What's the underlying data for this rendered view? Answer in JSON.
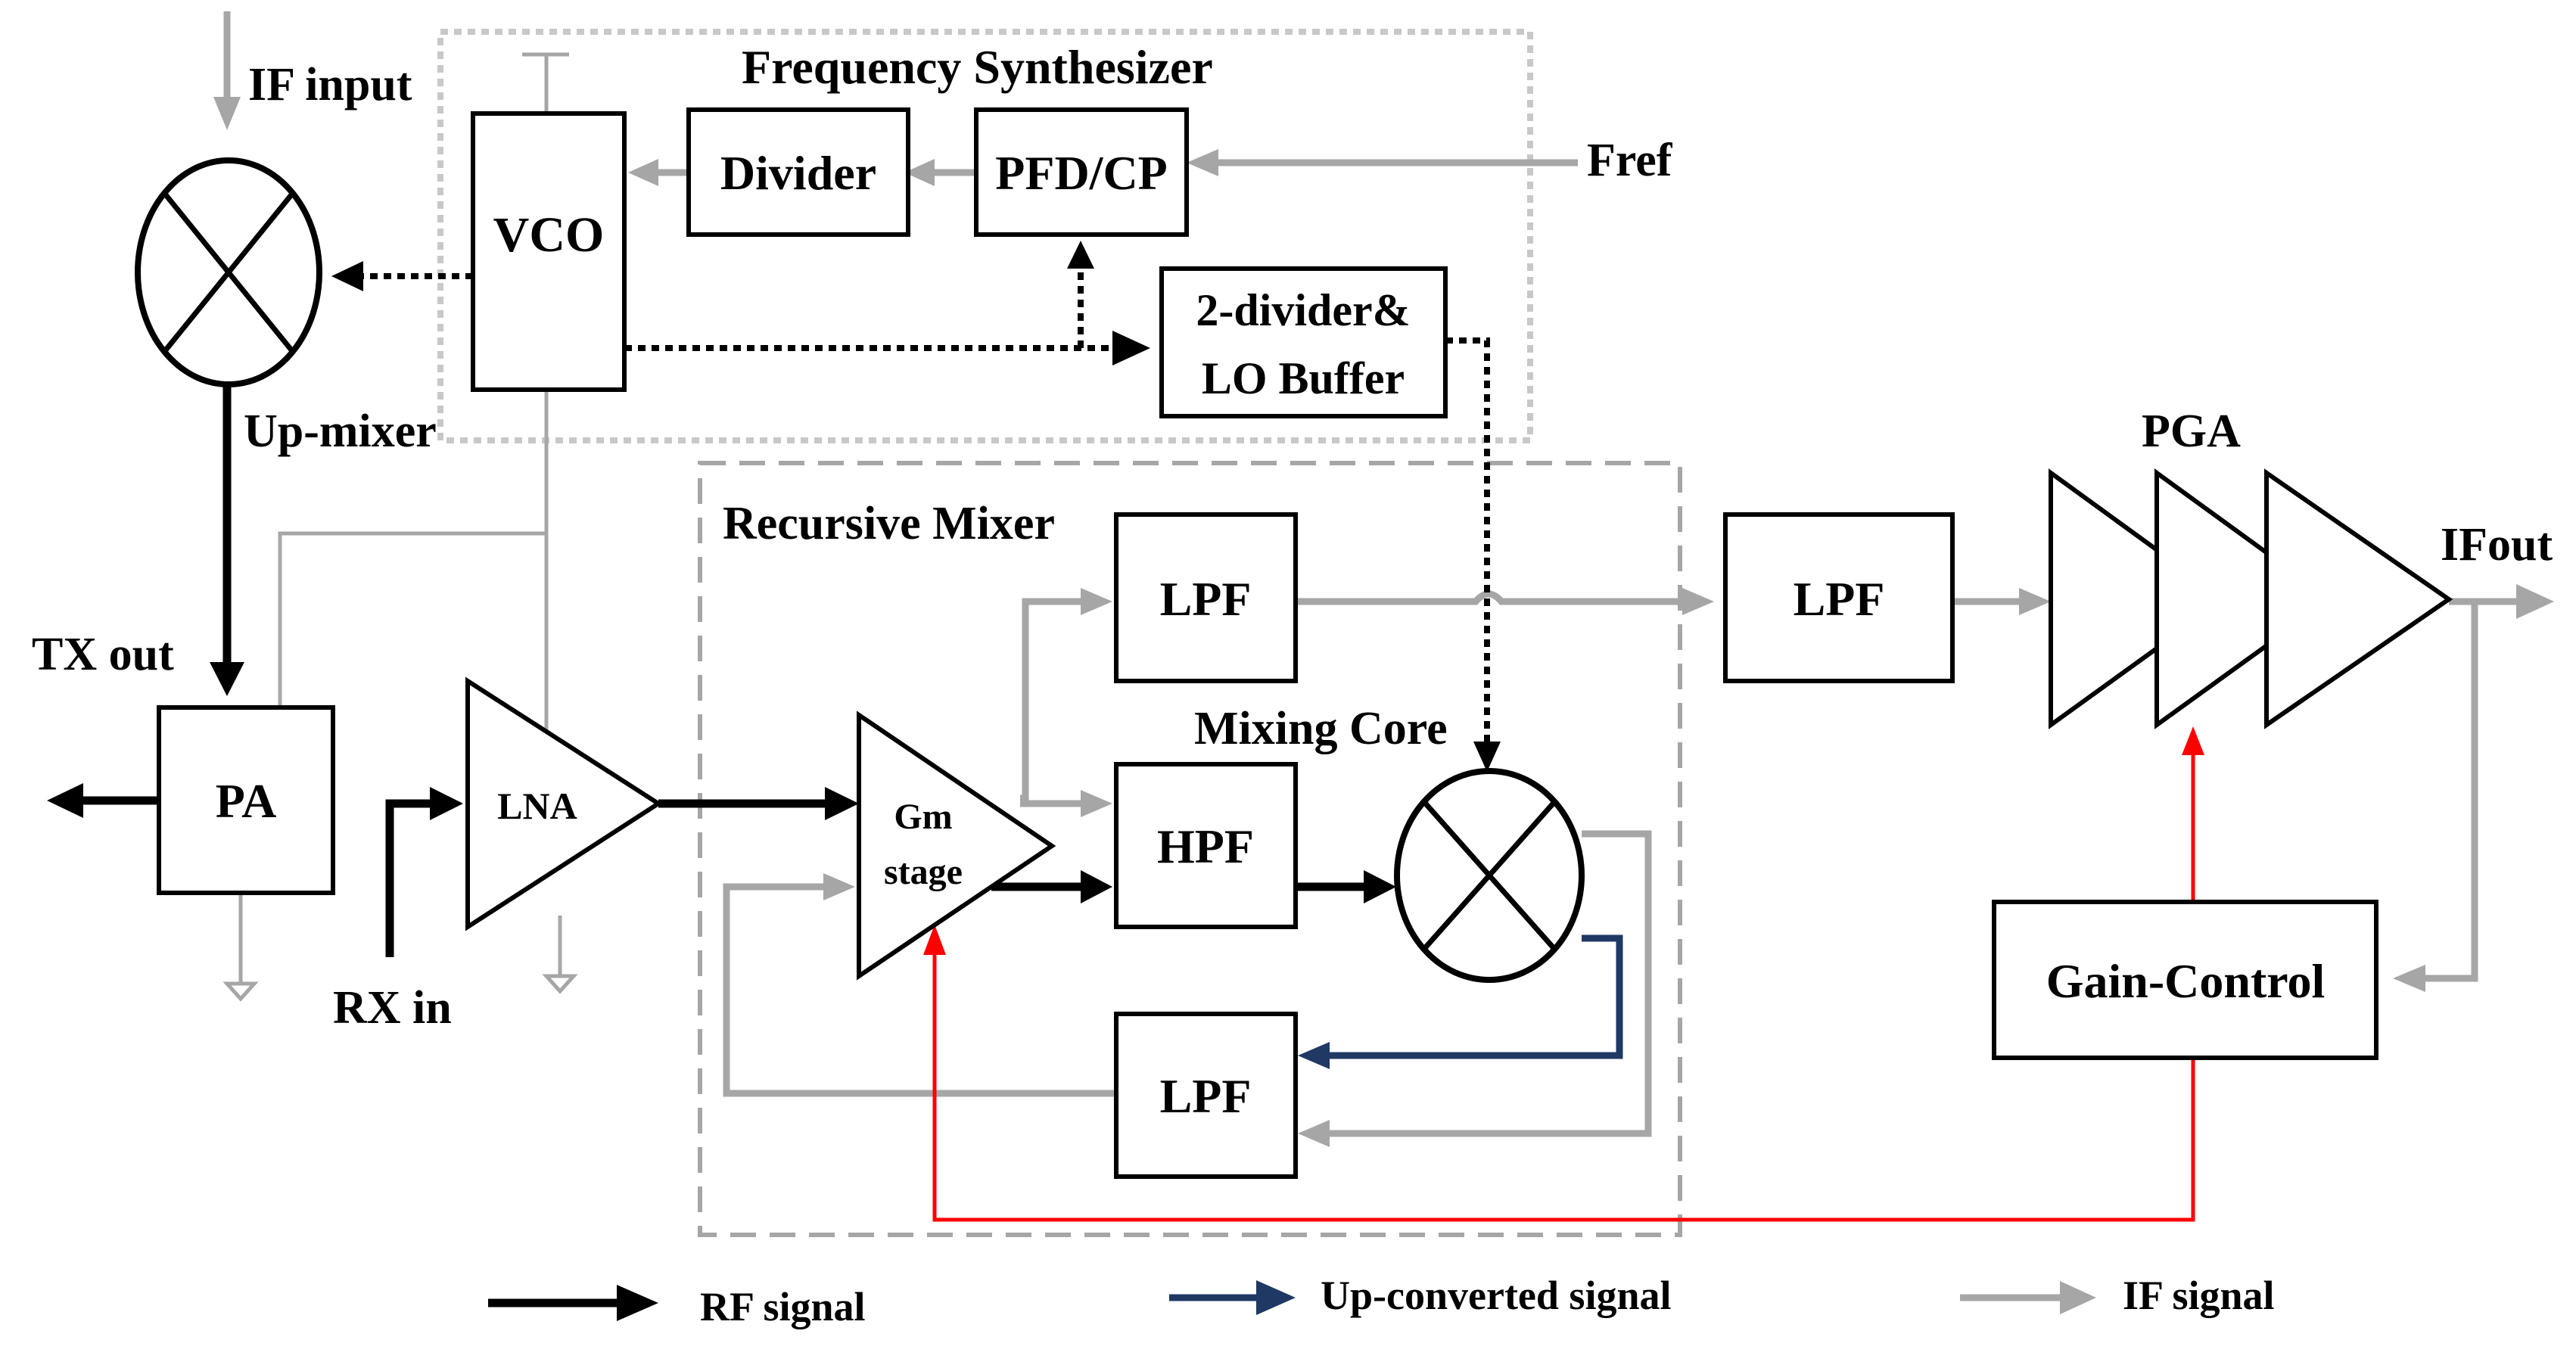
{
  "groups": {
    "frequency_synthesizer": "Frequency Synthesizer",
    "recursive_mixer": "Recursive Mixer"
  },
  "blocks": {
    "vco": "VCO",
    "divider": "Divider",
    "pfd_cp": "PFD/CP",
    "lo_buffer_line1": "2-divider&",
    "lo_buffer_line2": "LO Buffer",
    "pa": "PA",
    "lna": "LNA",
    "gm_line1": "Gm",
    "gm_line2": "stage",
    "lpf_top": "LPF",
    "hpf": "HPF",
    "lpf_feedback": "LPF",
    "lpf_out": "LPF",
    "gain_control": "Gain-Control"
  },
  "labels": {
    "if_input": "IF input",
    "fref": "Fref",
    "up_mixer": "Up-mixer",
    "tx_out": "TX out",
    "rx_in": "RX in",
    "mixing_core": "Mixing Core",
    "pga": "PGA",
    "ifout": "IFout"
  },
  "legend": {
    "rf": "RF signal",
    "up_converted": "Up-converted signal",
    "if": "IF signal"
  },
  "colors": {
    "rf_signal": "#000000",
    "up_converted_signal": "#1f3864",
    "if_signal": "#a6a6a6",
    "gain_control_line": "#ff0000"
  }
}
